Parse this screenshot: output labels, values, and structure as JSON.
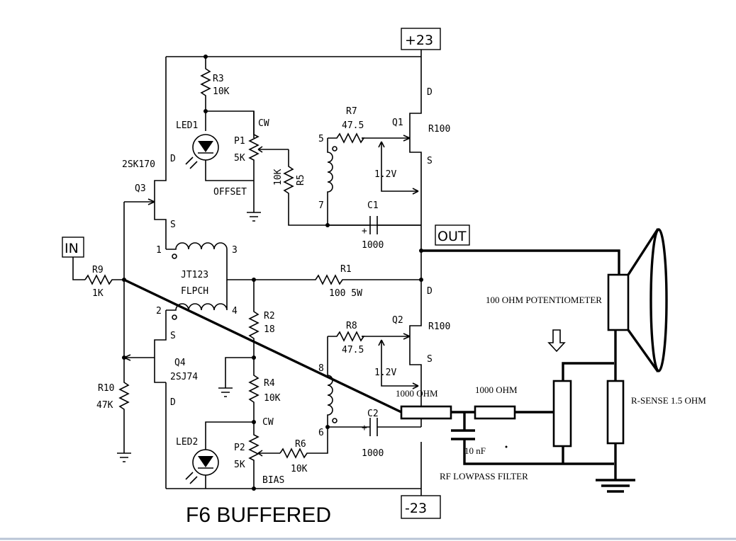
{
  "title": "F6 BUFFERED",
  "rails": {
    "positive": "+23",
    "negative": "-23"
  },
  "ports": {
    "input": "IN",
    "output": "OUT"
  },
  "transistors": {
    "q1": {
      "ref": "Q1",
      "type": "R100",
      "d": "D",
      "s": "S"
    },
    "q2": {
      "ref": "Q2",
      "type": "R100",
      "d": "D",
      "s": "S"
    },
    "q3": {
      "ref": "Q3",
      "type": "2SK170",
      "d": "D",
      "s": "S"
    },
    "q4": {
      "ref": "Q4",
      "type": "2SJ74",
      "d": "D",
      "s": "S"
    }
  },
  "resistors": {
    "r1": {
      "ref": "R1",
      "value": "100 5W"
    },
    "r2": {
      "ref": "R2",
      "value": "18"
    },
    "r3": {
      "ref": "R3",
      "value": "10K"
    },
    "r4": {
      "ref": "R4",
      "value": "10K"
    },
    "r5": {
      "ref": "R5",
      "value": "10K"
    },
    "r6": {
      "ref": "R6",
      "value": "10K"
    },
    "r7": {
      "ref": "R7",
      "value": "47.5"
    },
    "r8": {
      "ref": "R8",
      "value": "47.5"
    },
    "r9": {
      "ref": "R9",
      "value": "1K"
    },
    "r10": {
      "ref": "R10",
      "value": "47K"
    }
  },
  "capacitors": {
    "c1": {
      "ref": "C1",
      "value": "1000",
      "plus": "+"
    },
    "c2": {
      "ref": "C2",
      "value": "1000",
      "plus": "+"
    }
  },
  "pots": {
    "p1": {
      "ref": "P1",
      "value": "5K",
      "cw": "CW",
      "function": "OFFSET"
    },
    "p2": {
      "ref": "P2",
      "value": "5K",
      "cw": "CW",
      "function": "BIAS"
    }
  },
  "leds": {
    "led1": "LED1",
    "led2": "LED2"
  },
  "transformer": {
    "name": "JT123",
    "type": "FLPCH",
    "pins": [
      "1",
      "2",
      "3",
      "4"
    ],
    "output_pins": [
      "5",
      "6",
      "7",
      "8"
    ]
  },
  "bias_voltages": {
    "top": "1.2V",
    "bottom": "1.2V"
  },
  "annotations": {
    "pot_100": "100 OHM POTENTIOMETER",
    "r_1000a": "1000 OHM",
    "r_1000b": "1000 OHM",
    "cap_10nf": "10 nF",
    "rsense": "R-SENSE 1.5 OHM",
    "rf_filter": "RF LOWPASS FILTER"
  }
}
